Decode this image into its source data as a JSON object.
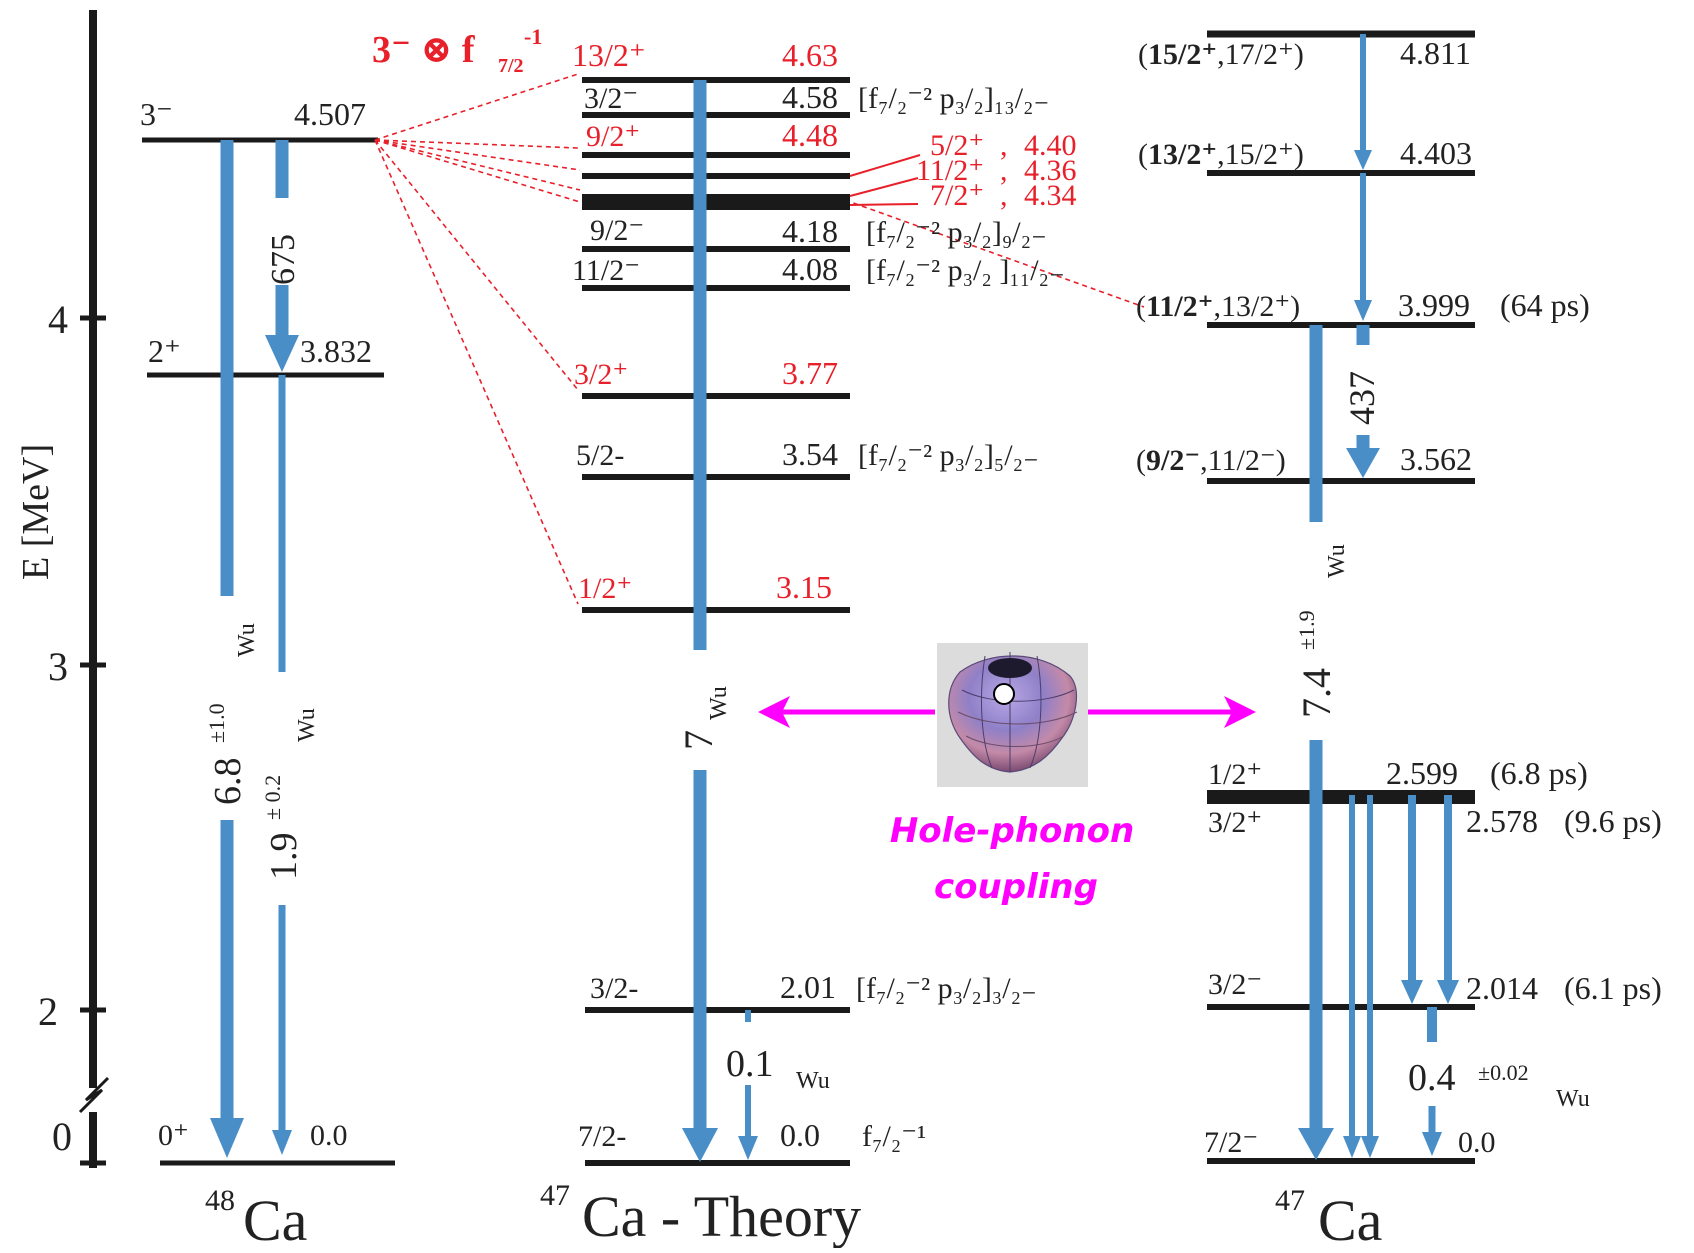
{
  "colors": {
    "level": "#1a1a1a",
    "transition": "#4a8ec8",
    "red": "#e8202a",
    "magenta": "#ff00ff",
    "text": "#222222"
  },
  "axis": {
    "label": "E [MeV]",
    "ticks": [
      "0",
      "2",
      "3",
      "4"
    ]
  },
  "panels": {
    "ca48": {
      "title_mass": "48",
      "title_rest": "Ca"
    },
    "theory": {
      "title_mass": "47",
      "title_rest": "Ca - Theory"
    },
    "ca47": {
      "title_mass": "47",
      "title_rest": "Ca"
    }
  },
  "ca48": {
    "levels": [
      {
        "spin": "3⁻",
        "energy": "4.507"
      },
      {
        "spin": "2⁺",
        "energy": "3.832"
      },
      {
        "spin": "0⁺",
        "energy": "0.0"
      }
    ],
    "gamma_675": "675",
    "b_e3": {
      "value": "6.8",
      "err": "±1.0",
      "unit": "Wu"
    },
    "b_e2": {
      "value": "1.9",
      "err": "± 0.2",
      "unit": "Wu"
    }
  },
  "coupling_label": {
    "main": "3⁻ ⊗ f",
    "sub": "7/2",
    "sup": "-1"
  },
  "theory": {
    "levels": [
      {
        "spin": "13/2⁺",
        "energy": "4.63",
        "red": true
      },
      {
        "spin": "3/2⁻",
        "energy": "4.58",
        "config": "[f₇/₂⁻² p₃/₂]₁₃/₂₋",
        "red": false
      },
      {
        "spin": "9/2⁺",
        "energy": "4.48",
        "red": true
      },
      {
        "spin": "5/2⁺",
        "energy": "4.40",
        "red": true
      },
      {
        "spin": "11/2⁺",
        "energy": "4.36",
        "red": true
      },
      {
        "spin": "7/2⁺",
        "energy": "4.34",
        "red": true
      },
      {
        "spin": "9/2⁻",
        "energy": "4.18",
        "config": "[f₇/₂⁻² p₃/₂]₉/₂₋",
        "red": false
      },
      {
        "spin": "11/2⁻",
        "energy": "4.08",
        "config": "[f₇/₂⁻² p₃/₂ ]₁₁/₂₋",
        "red": false
      },
      {
        "spin": "3/2⁺",
        "energy": "3.77",
        "red": true
      },
      {
        "spin": "5/2-",
        "energy": "3.54",
        "config": "[f₇/₂⁻² p₃/₂]₅/₂₋",
        "red": false
      },
      {
        "spin": "1/2⁺",
        "energy": "3.15",
        "red": true
      },
      {
        "spin": "3/2-",
        "energy": "2.01",
        "config": "[f₇/₂⁻² p₃/₂]₃/₂₋",
        "red": false
      },
      {
        "spin": "7/2-",
        "energy": "0.0",
        "config": "f₇/₂⁻¹",
        "red": false
      }
    ],
    "b_main": {
      "value": "7",
      "unit": "Wu"
    },
    "b_small": {
      "value": "0.1",
      "unit": "Wu"
    }
  },
  "ca47": {
    "levels": [
      {
        "spin_bold": "15/2⁺",
        "spin_rest": ",17/2⁺)",
        "energy": "4.811",
        "lifetime": ""
      },
      {
        "spin_bold": "13/2⁺",
        "spin_rest": ",15/2⁺)",
        "energy": "4.403",
        "lifetime": ""
      },
      {
        "spin_bold": "11/2⁺",
        "spin_rest": ",13/2⁺)",
        "energy": "3.999",
        "lifetime": "(64 ps)"
      },
      {
        "spin_bold": "9/2⁻",
        "spin_rest": ",11/2⁻)",
        "energy": "3.562",
        "lifetime": ""
      },
      {
        "spin_bold": "",
        "spin_rest": "1/2⁺",
        "energy": "2.599",
        "lifetime": "(6.8 ps)"
      },
      {
        "spin_bold": "",
        "spin_rest": "3/2⁺",
        "energy": "2.578",
        "lifetime": "(9.6 ps)"
      },
      {
        "spin_bold": "",
        "spin_rest": "3/2⁻",
        "energy": "2.014",
        "lifetime": "(6.1 ps)"
      },
      {
        "spin_bold": "",
        "spin_rest": "7/2⁻",
        "energy": "0.0",
        "lifetime": ""
      }
    ],
    "gamma_437": "437",
    "b_main": {
      "value": "7.4",
      "err": "±1.9",
      "unit": "Wu"
    },
    "b_small": {
      "value": "0.4",
      "err": "±0.02",
      "unit": "Wu"
    }
  },
  "annotation": {
    "line1": "Hole-phonon",
    "line2": "coupling"
  }
}
